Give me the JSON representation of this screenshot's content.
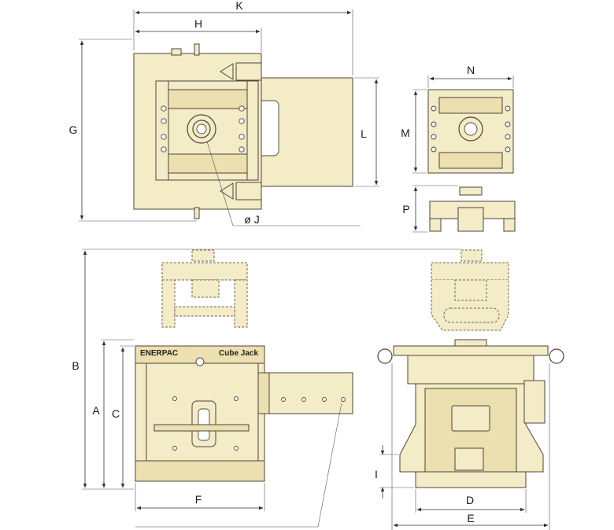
{
  "diagram": {
    "brand": "ENERPAC",
    "product": "Cube Jack",
    "dimension_labels": {
      "K": "K",
      "H": "H",
      "G": "G",
      "L": "L",
      "J": "ø J",
      "N": "N",
      "M": "M",
      "P": "P",
      "B": "B",
      "A": "A",
      "C": "C",
      "F": "F",
      "I": "I",
      "D": "D",
      "E": "E"
    }
  }
}
